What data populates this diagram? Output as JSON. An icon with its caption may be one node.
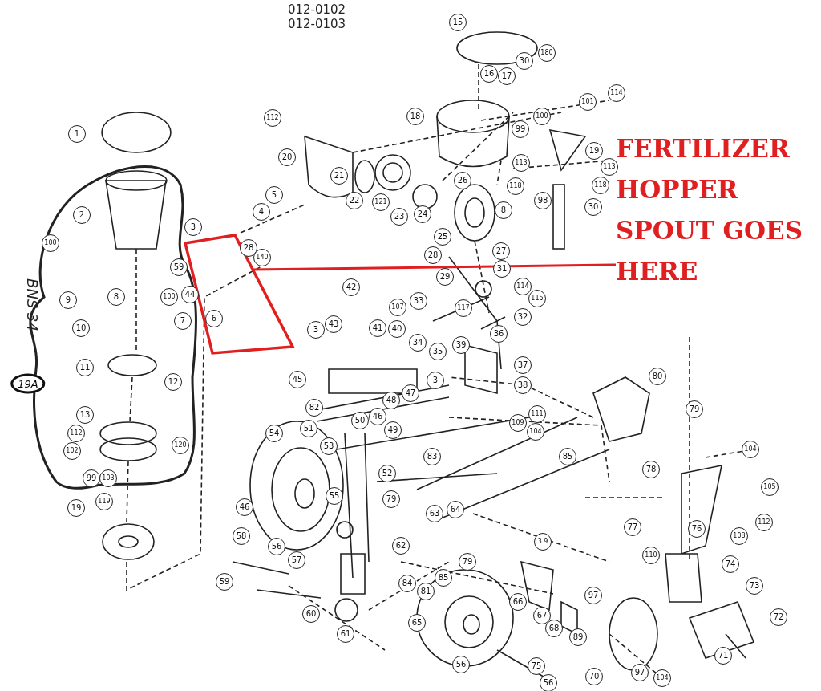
{
  "diagram": {
    "nodes": [
      {
        "text": [],
        "shape": "box"
      },
      {
        "text": [
          "FERTILIZER HOPPER SPOUT GOES HERE"
        ]
      }
    ],
    "edges": [
      {
        "from": 1,
        "to": 0,
        "arrow": "none"
      }
    ],
    "labels": [
      "012-0102",
      "012-0103",
      "15",
      "180",
      "30",
      "16",
      "17",
      "18",
      "100",
      "99",
      "101",
      "114",
      "112",
      "1",
      "20",
      "19",
      "113",
      "113",
      "21",
      "22",
      "121",
      "23",
      "26",
      "118",
      "118",
      "24",
      "8",
      "98",
      "30",
      "5",
      "4",
      "2",
      "25",
      "27",
      "3",
      "28",
      "140",
      "28",
      "100",
      "59",
      "31",
      "29",
      "114",
      "9",
      "8",
      "100",
      "44",
      "115",
      "7",
      "42",
      "107",
      "33",
      "117",
      "32",
      "10",
      "6",
      "3",
      "43",
      "41",
      "40",
      "36",
      "34",
      "35",
      "39",
      "11",
      "37",
      "12",
      "45",
      "38",
      "80",
      "48",
      "82",
      "46",
      "47",
      "3",
      "13",
      "109",
      "111",
      "104",
      "79",
      "50",
      "51",
      "49",
      "112",
      "120",
      "102",
      "53",
      "54",
      "52",
      "83",
      "85",
      "99",
      "103",
      "78",
      "104",
      "105",
      "119",
      "19",
      "79",
      "55",
      "46",
      "63",
      "64",
      "112",
      "77",
      "76",
      "58",
      "56",
      "108",
      "62",
      "57",
      "79",
      "3.9",
      "110",
      "74",
      "59",
      "66",
      "84",
      "85",
      "81",
      "97",
      "73",
      "60",
      "65",
      "67",
      "68",
      "89",
      "72",
      "61",
      "56",
      "75",
      "70",
      "97",
      "71",
      "104",
      "56",
      "BNS 34",
      "19A"
    ]
  }
}
